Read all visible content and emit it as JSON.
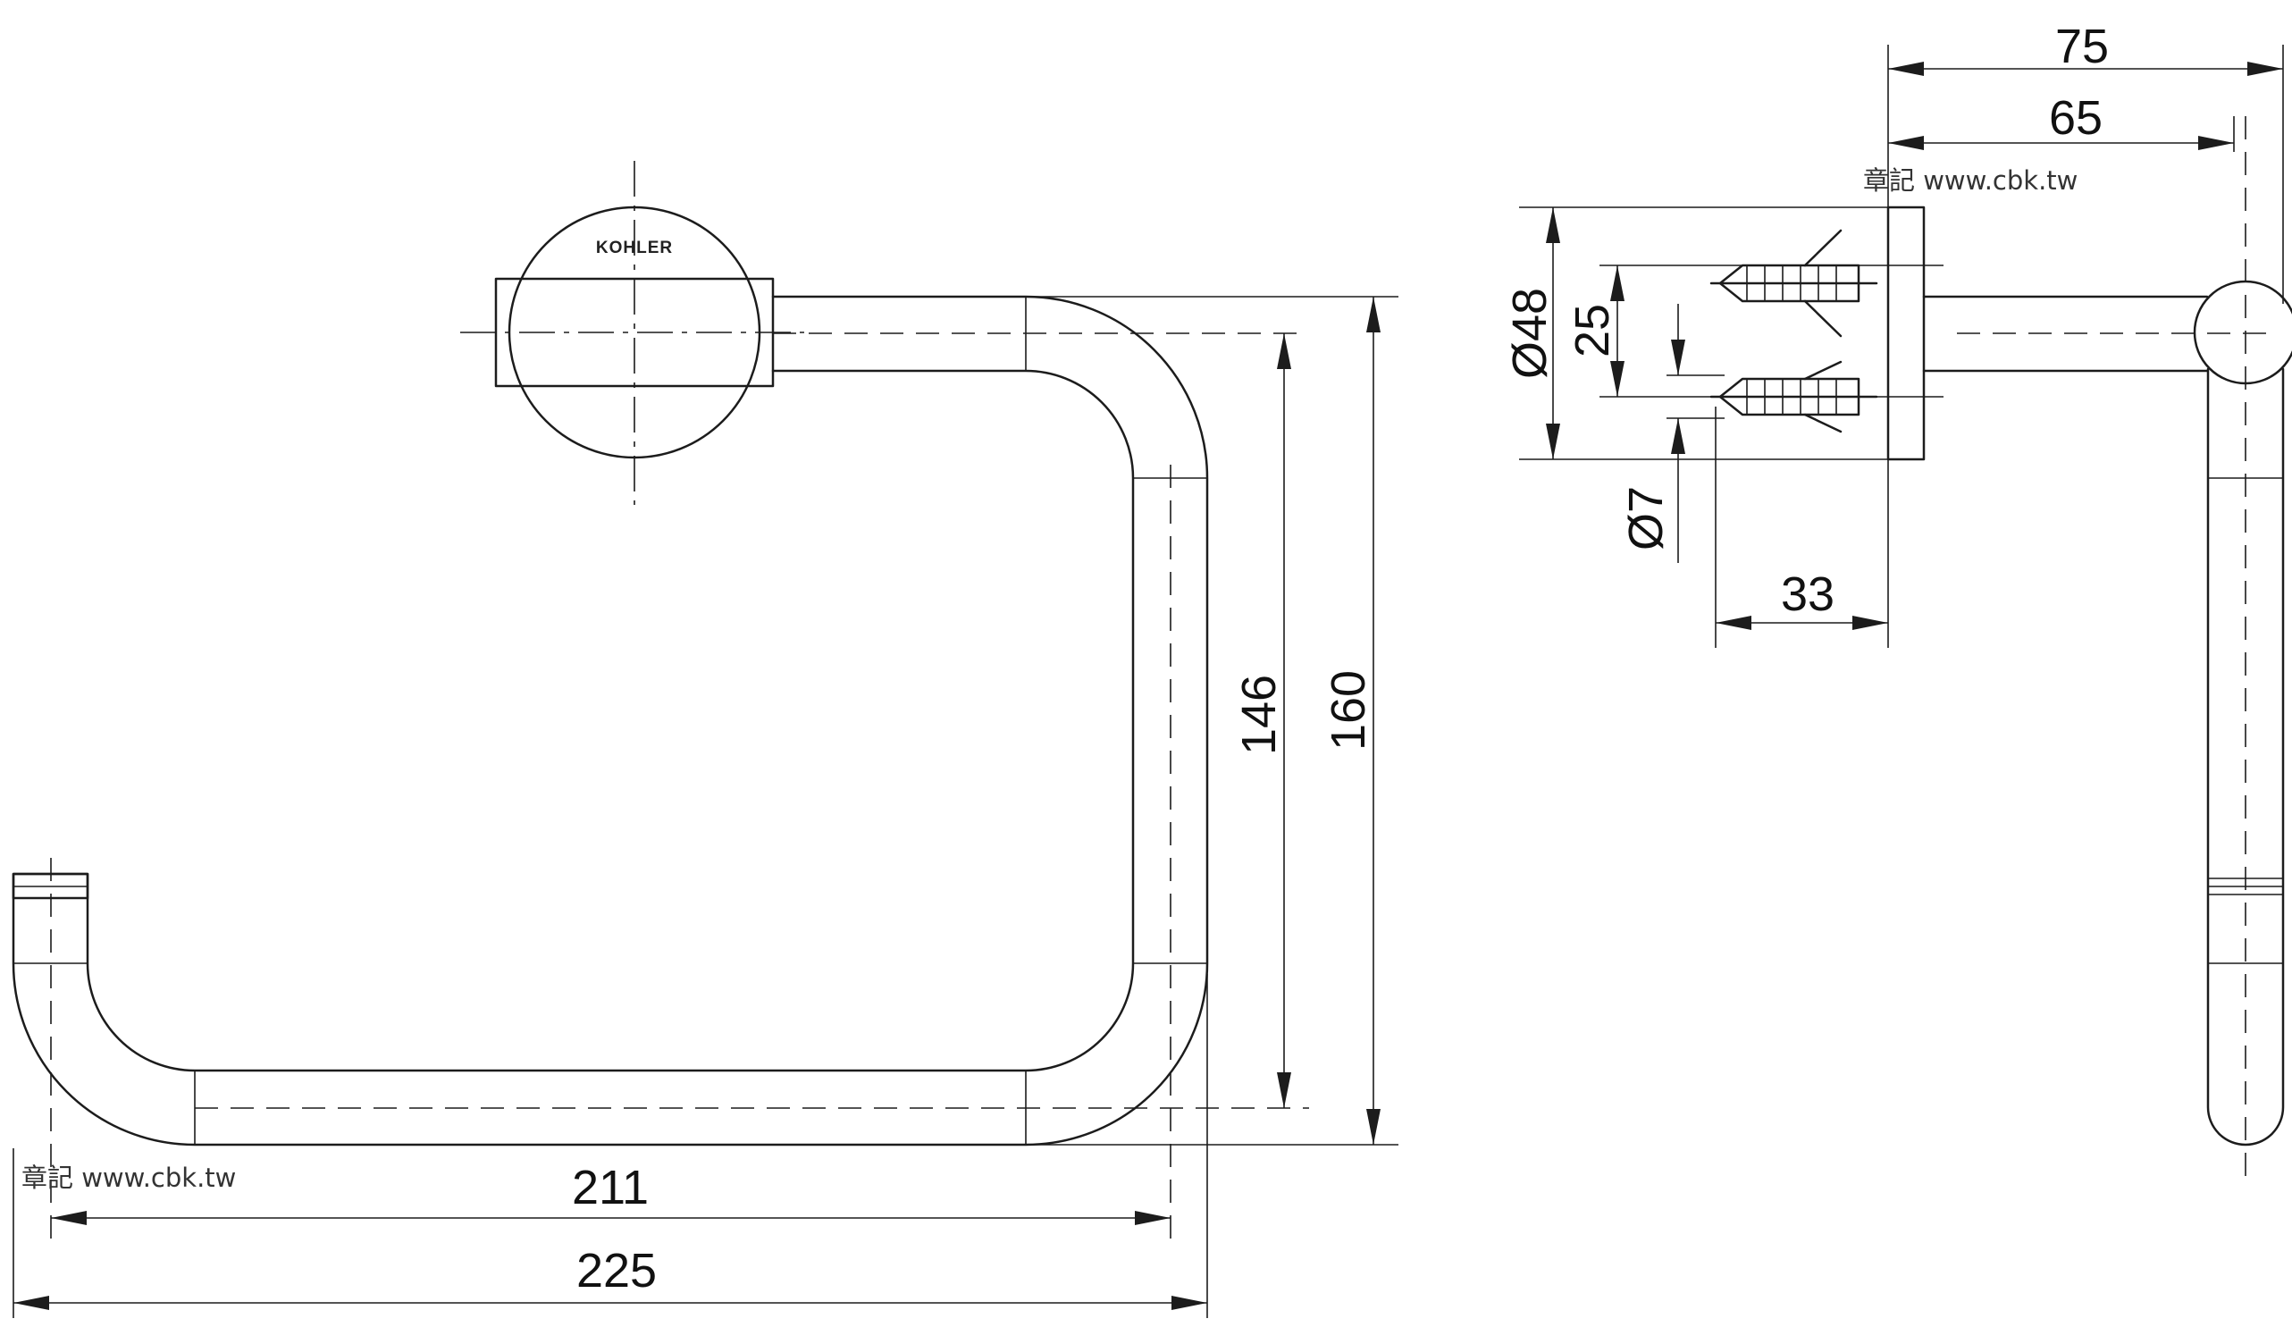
{
  "logo": "KOHLER",
  "watermarks": [
    "章記 www.cbk.tw",
    "章記 www.cbk.tw"
  ],
  "dimensions": {
    "width_outer": "225",
    "width_inner": "211",
    "height_outer": "160",
    "height_inner": "146",
    "projection_total": "75",
    "projection_bar": "65",
    "flange_diameter": "Ø48",
    "hole_spacing": "25",
    "hole_diameter": "Ø7",
    "anchor_length": "33"
  }
}
